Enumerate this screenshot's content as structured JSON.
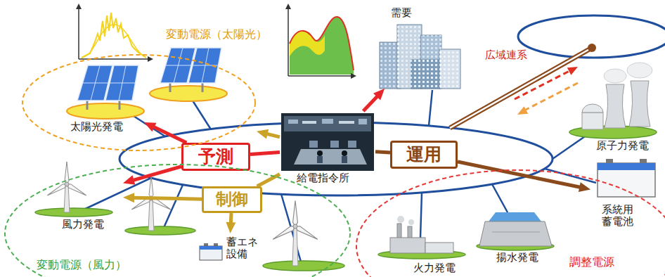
{
  "diagram": {
    "nodes": [
      {
        "text": [
          "給電指令所"
        ]
      },
      {
        "text": [
          "予測"
        ]
      },
      {
        "text": [
          "制御"
        ]
      },
      {
        "text": [
          "運用"
        ]
      },
      {
        "text": [
          "変動電源（太陽光）"
        ]
      },
      {
        "text": [
          "太陽光発電"
        ],
        "in": 4
      },
      {
        "text": [
          "変動電源（風力）"
        ]
      },
      {
        "text": [
          "風力発電"
        ],
        "in": 6
      },
      {
        "text": [
          "蓄エネ設備"
        ],
        "in": 6
      },
      {
        "text": [
          "需要"
        ]
      },
      {
        "text": [
          "原子力発電"
        ]
      },
      {
        "text": [
          "調整電源"
        ]
      },
      {
        "text": [
          "火力発電"
        ],
        "in": 11
      },
      {
        "text": [
          "揚水発電"
        ],
        "in": 11
      },
      {
        "text": [
          "系統用蓄電池"
        ],
        "in": 11
      }
    ],
    "edges": [
      {
        "from": 0,
        "to": 1,
        "arrow": "none"
      },
      {
        "from": 0,
        "to": 2,
        "arrow": "none"
      },
      {
        "from": 0,
        "to": 3,
        "arrow": "none"
      },
      {
        "from": 1,
        "to": 5,
        "arrow": "to"
      },
      {
        "from": 1,
        "to": 7,
        "arrow": "to"
      },
      {
        "from": 0,
        "to": 9,
        "arrow": "to"
      },
      {
        "from": 0,
        "to": 4,
        "arrow": "to"
      },
      {
        "from": 2,
        "to": 7,
        "arrow": "to"
      },
      {
        "from": 2,
        "to": 8,
        "arrow": "to"
      },
      {
        "from": 3,
        "to": 14,
        "arrow": "to"
      }
    ],
    "labels": [
      "広域連系"
    ]
  }
}
